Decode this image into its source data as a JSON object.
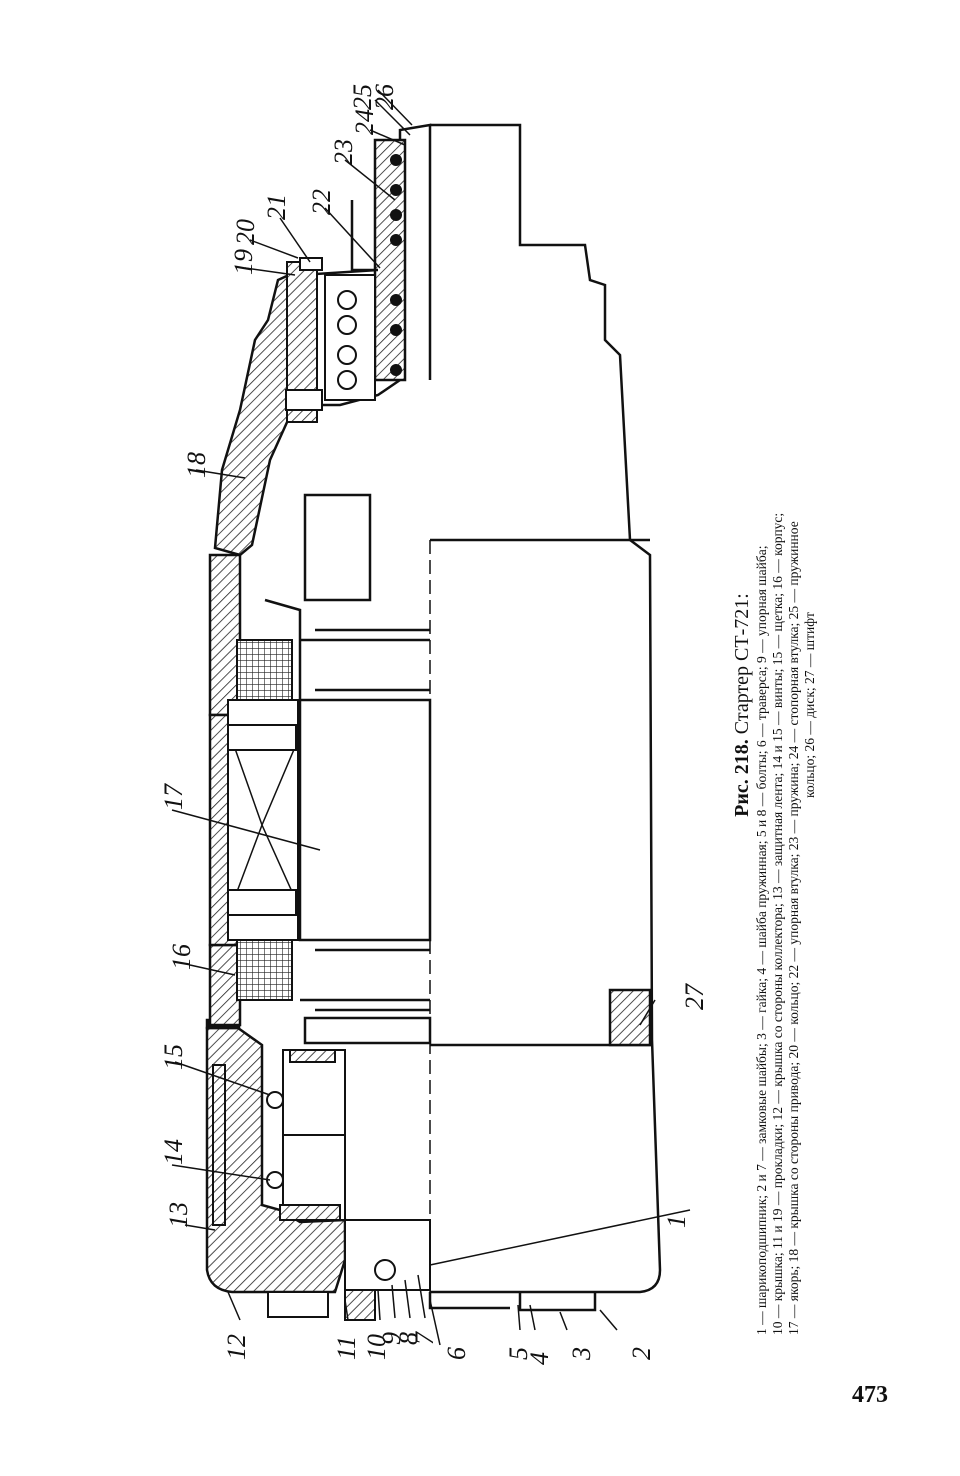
{
  "figure": {
    "number": "Рис. 218.",
    "title": "Стартер СТ-721:",
    "legend_lines": [
      "1 — шарикоподшипник; 2 и 7 — замковые шайбы; 3 — гайка; 4 — шайба пружинная; 5 и 8 — болты; 6 — траверса; 9 — упорная шайба;",
      "10 — крышка; 11 и 19 — прокладки; 12 — крышка со стороны коллектора; 13 — защитная лента; 14 и 15 — винты; 15 — щетка; 16 — корпус;",
      "17 — якорь; 18 — крышка со стороны привода; 20 — кольцо; 22 — упорная втулка; 23 — пружина; 24 — стопорная втулка; 25 — пружинное",
      "кольцо; 26 — диск; 27 — штифт"
    ]
  },
  "callouts": [
    "1",
    "2",
    "3",
    "4",
    "5",
    "6",
    "7",
    "8",
    "9",
    "10",
    "11",
    "12",
    "13",
    "14",
    "15",
    "16",
    "17",
    "18",
    "19",
    "20",
    "21",
    "22",
    "23",
    "24",
    "25",
    "26",
    "27"
  ],
  "page_number": "473"
}
